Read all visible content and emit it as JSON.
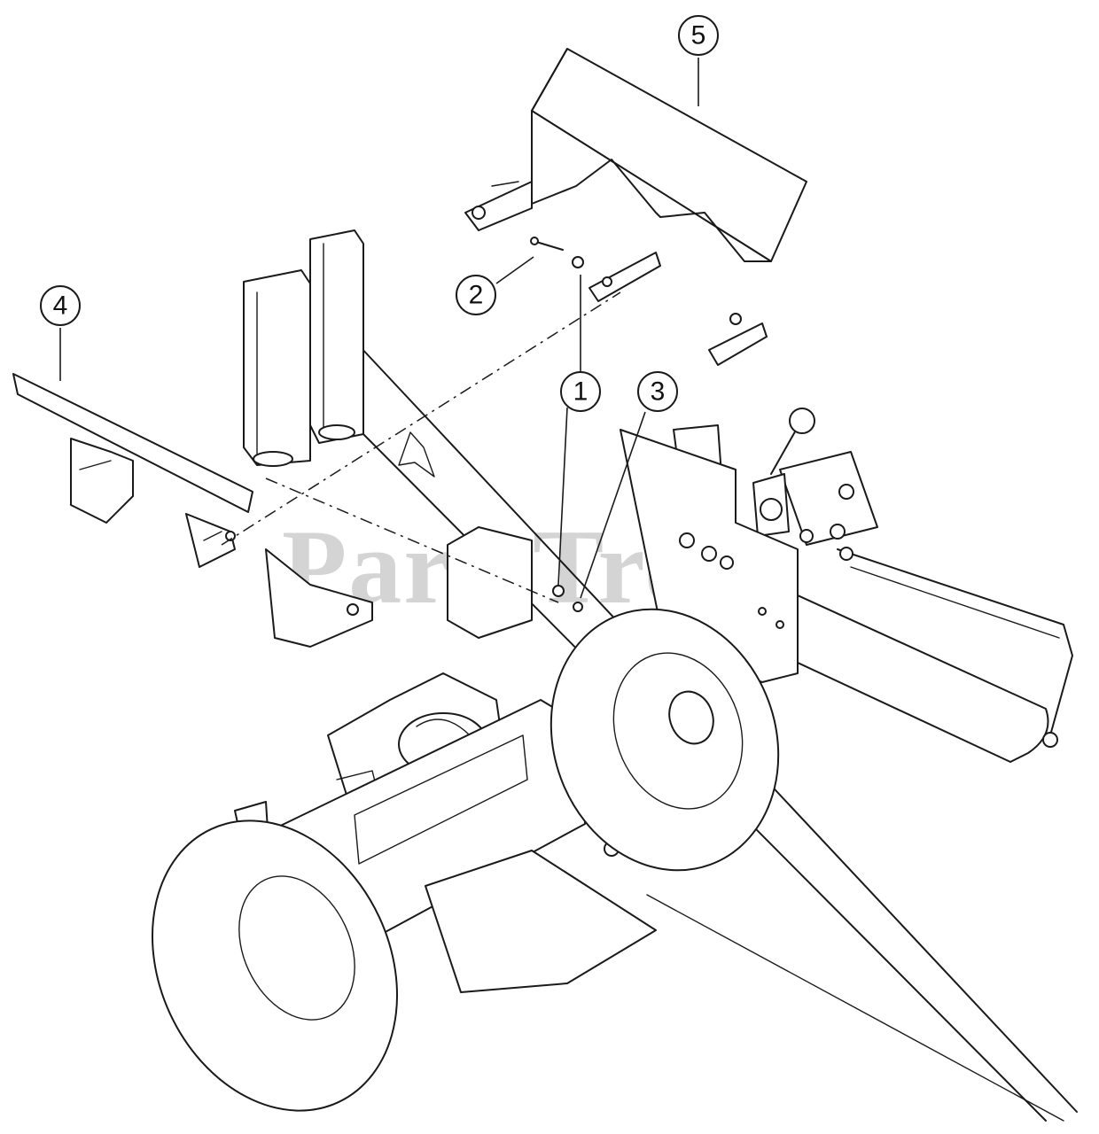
{
  "watermark": {
    "text": "PartsTree",
    "color": "#d4d4d4"
  },
  "callouts": [
    {
      "id": "1",
      "label": "1"
    },
    {
      "id": "2",
      "label": "2"
    },
    {
      "id": "3",
      "label": "3"
    },
    {
      "id": "4",
      "label": "4"
    },
    {
      "id": "5",
      "label": "5"
    }
  ]
}
